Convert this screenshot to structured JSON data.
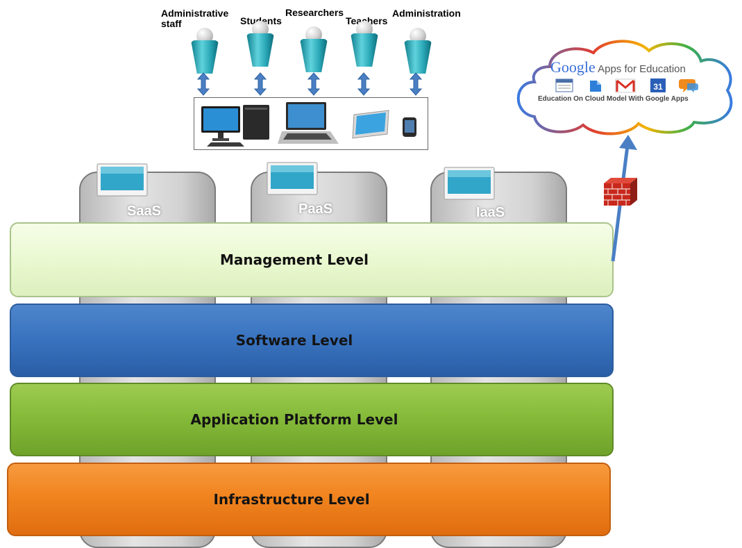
{
  "users": [
    {
      "label": "Administrative staff"
    },
    {
      "label": "Students"
    },
    {
      "label": "Researchers"
    },
    {
      "label": "Teachers"
    },
    {
      "label": "Administration"
    }
  ],
  "service_columns": [
    {
      "label": "SaaS"
    },
    {
      "label": "PaaS"
    },
    {
      "label": "IaaS"
    }
  ],
  "levels": {
    "management": "Management Level",
    "software": "Software Level",
    "application_platform": "Application Platform Level",
    "infrastructure": "Infrastructure Level"
  },
  "google_cloud": {
    "brand": "Google",
    "title_suffix": " Apps for Education",
    "subtitle": "Education On Cloud Model With Google Apps",
    "calendar_day": "31"
  },
  "colors": {
    "management": "#e9f8cf",
    "software": "#3a74c0",
    "application_platform": "#86bb3a",
    "infrastructure": "#f1841f",
    "arrow": "#4a7fc4",
    "user_figure": "#2aa7b6"
  }
}
